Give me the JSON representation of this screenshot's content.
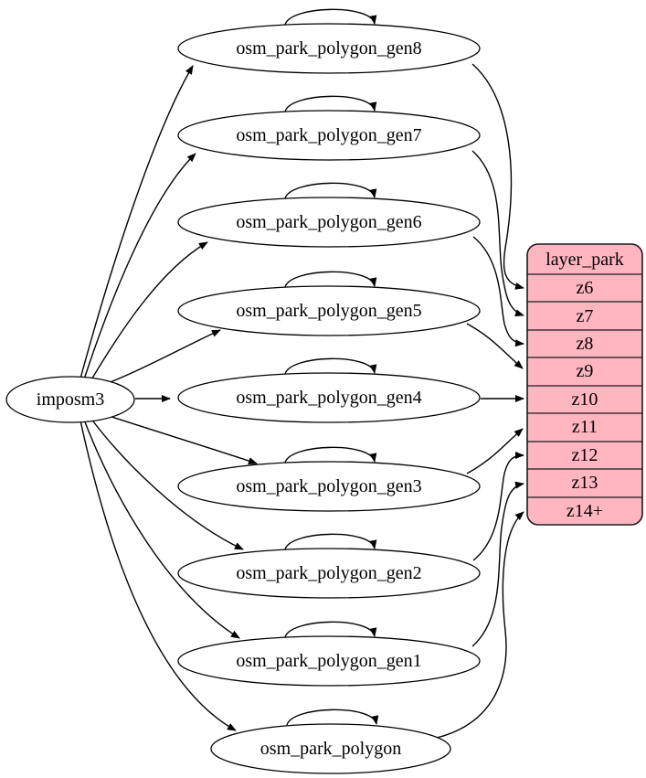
{
  "diagram": {
    "background": "#ffffff",
    "source": {
      "label": "imposm3"
    },
    "nodes": [
      "osm_park_polygon_gen8",
      "osm_park_polygon_gen7",
      "osm_park_polygon_gen6",
      "osm_park_polygon_gen5",
      "osm_park_polygon_gen4",
      "osm_park_polygon_gen3",
      "osm_park_polygon_gen2",
      "osm_park_polygon_gen1",
      "osm_park_polygon"
    ],
    "layer": {
      "title": "layer_park",
      "rows": [
        "z6",
        "z7",
        "z8",
        "z9",
        "z10",
        "z11",
        "z12",
        "z13",
        "z14+"
      ],
      "fill_color": "#ffb6c1",
      "stroke_color": "#000000"
    },
    "edges": [
      {
        "from": "imposm3",
        "to": "osm_park_polygon_gen8"
      },
      {
        "from": "imposm3",
        "to": "osm_park_polygon_gen7"
      },
      {
        "from": "imposm3",
        "to": "osm_park_polygon_gen6"
      },
      {
        "from": "imposm3",
        "to": "osm_park_polygon_gen5"
      },
      {
        "from": "imposm3",
        "to": "osm_park_polygon_gen4"
      },
      {
        "from": "imposm3",
        "to": "osm_park_polygon_gen3"
      },
      {
        "from": "imposm3",
        "to": "osm_park_polygon_gen2"
      },
      {
        "from": "imposm3",
        "to": "osm_park_polygon_gen1"
      },
      {
        "from": "imposm3",
        "to": "osm_park_polygon"
      },
      {
        "from": "osm_park_polygon_gen8",
        "to": "osm_park_polygon_gen8",
        "type": "self-loop"
      },
      {
        "from": "osm_park_polygon_gen7",
        "to": "osm_park_polygon_gen7",
        "type": "self-loop"
      },
      {
        "from": "osm_park_polygon_gen6",
        "to": "osm_park_polygon_gen6",
        "type": "self-loop"
      },
      {
        "from": "osm_park_polygon_gen5",
        "to": "osm_park_polygon_gen5",
        "type": "self-loop"
      },
      {
        "from": "osm_park_polygon_gen4",
        "to": "osm_park_polygon_gen4",
        "type": "self-loop"
      },
      {
        "from": "osm_park_polygon_gen3",
        "to": "osm_park_polygon_gen3",
        "type": "self-loop"
      },
      {
        "from": "osm_park_polygon_gen2",
        "to": "osm_park_polygon_gen2",
        "type": "self-loop"
      },
      {
        "from": "osm_park_polygon_gen1",
        "to": "osm_park_polygon_gen1",
        "type": "self-loop"
      },
      {
        "from": "osm_park_polygon",
        "to": "osm_park_polygon",
        "type": "self-loop"
      },
      {
        "from": "osm_park_polygon_gen8",
        "to": "layer_park.z6"
      },
      {
        "from": "osm_park_polygon_gen7",
        "to": "layer_park.z7"
      },
      {
        "from": "osm_park_polygon_gen6",
        "to": "layer_park.z8"
      },
      {
        "from": "osm_park_polygon_gen5",
        "to": "layer_park.z9"
      },
      {
        "from": "osm_park_polygon_gen4",
        "to": "layer_park.z10"
      },
      {
        "from": "osm_park_polygon_gen3",
        "to": "layer_park.z11"
      },
      {
        "from": "osm_park_polygon_gen2",
        "to": "layer_park.z12"
      },
      {
        "from": "osm_park_polygon_gen1",
        "to": "layer_park.z13"
      },
      {
        "from": "osm_park_polygon",
        "to": "layer_park.z14+"
      }
    ]
  }
}
